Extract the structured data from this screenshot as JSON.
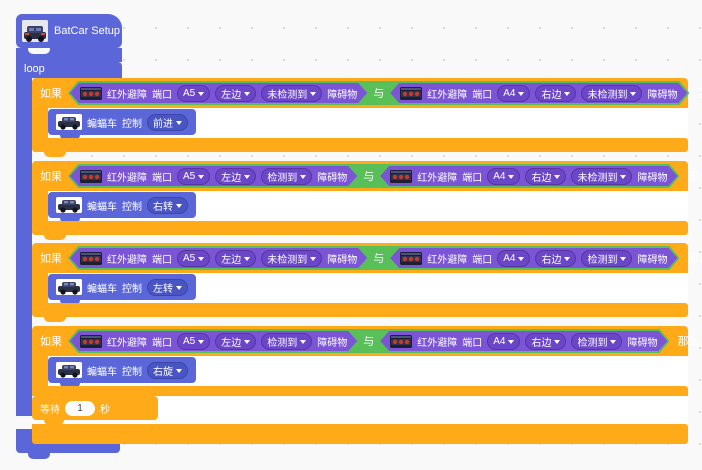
{
  "workspace": {
    "background_color": "#f9f9f9",
    "grid_dot_color": "#d9d9d9"
  },
  "colors": {
    "hat_block": "#5b67d8",
    "control_block": "#ffab19",
    "operator_block": "#59c059",
    "sensor_block": "#7b55d6",
    "motion_block": "#5b67d8"
  },
  "hat": {
    "label": "BatCar Setup",
    "icon": "batcar-photo-icon"
  },
  "loop": {
    "label": "loop"
  },
  "keywords": {
    "if": "如果",
    "then": "那么",
    "and": "与"
  },
  "sensor": {
    "name": "红外避障",
    "port_label": "端口",
    "object": "障碍物",
    "icon": "infrared-sensor-photo-icon"
  },
  "motion": {
    "name": "蝙蝠车",
    "action_label": "控制",
    "icon": "batcar-photo-icon"
  },
  "wait": {
    "label": "等待",
    "value": "1",
    "unit": "秒"
  },
  "branches": [
    {
      "left": {
        "port": "A5",
        "side": "左边",
        "state": "未检测到"
      },
      "right": {
        "port": "A4",
        "side": "右边",
        "state": "未检测到"
      },
      "action": "前进"
    },
    {
      "left": {
        "port": "A5",
        "side": "左边",
        "state": "检测到"
      },
      "right": {
        "port": "A4",
        "side": "右边",
        "state": "未检测到"
      },
      "action": "右转"
    },
    {
      "left": {
        "port": "A5",
        "side": "左边",
        "state": "未检测到"
      },
      "right": {
        "port": "A4",
        "side": "右边",
        "state": "检测到"
      },
      "action": "左转"
    },
    {
      "left": {
        "port": "A5",
        "side": "左边",
        "state": "检测到"
      },
      "right": {
        "port": "A4",
        "side": "右边",
        "state": "检测到"
      },
      "action": "右旋"
    }
  ]
}
